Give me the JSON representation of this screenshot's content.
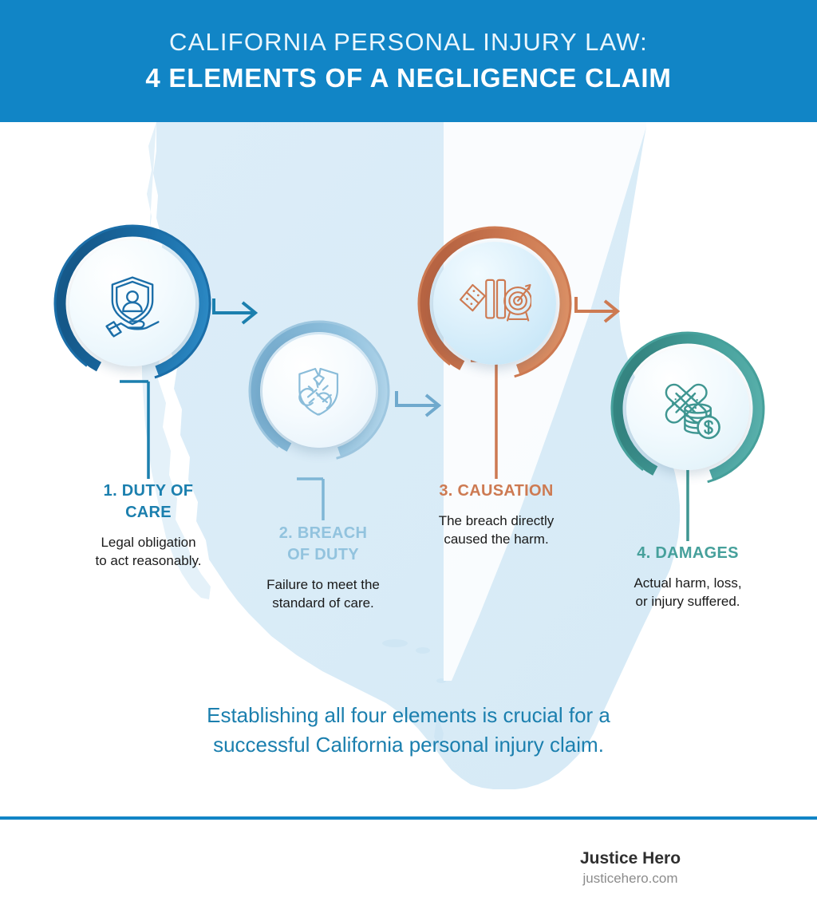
{
  "header": {
    "line1": "CALIFORNIA PERSONAL INJURY LAW:",
    "line2": "4 ELEMENTS OF A NEGLIGENCE CLAIM",
    "background_color": "#1185c6",
    "text_color": "#ffffff"
  },
  "background": {
    "map_name": "california-map-silhouette",
    "map_fill": "#d9ecf7",
    "page_background": "#ffffff"
  },
  "elements": [
    {
      "title": "1. DUTY OF CARE",
      "description": "Legal obligation to act reasonably.",
      "icon": "shield-person-on-hand-icon",
      "color": "#1b6ea8",
      "ring_color": "#1b6ea8",
      "accent": "#1b7fae"
    },
    {
      "title": "2. BREACH OF DUTY",
      "description": "Failure to meet the standard of care.",
      "icon": "broken-shield-chain-icon",
      "color": "#92c3de",
      "ring_color": "#92c3de",
      "accent": "#92c3de"
    },
    {
      "title": "3. CAUSATION",
      "description": "The breach directly caused the harm.",
      "icon": "falling-dominoes-target-icon",
      "color": "#cd7a52",
      "ring_color": "#cd7a52",
      "accent": "#cd7a52"
    },
    {
      "title": "4. DAMAGES",
      "description": "Actual harm, loss, or injury suffered.",
      "icon": "bandage-coins-icon",
      "color": "#46a09b",
      "ring_color": "#46a09b",
      "accent": "#46a09b"
    }
  ],
  "labels": {
    "el1_title_l1": "1. DUTY OF",
    "el1_title_l2": "CARE",
    "el1_desc_l1": "Legal obligation",
    "el1_desc_l2": "to act reasonably.",
    "el2_title_l1": "2. BREACH",
    "el2_title_l2": "OF DUTY",
    "el2_desc_l1": "Failure to meet the",
    "el2_desc_l2": "standard of care.",
    "el3_title_l1": "3. CAUSATION",
    "el3_desc_l1": "The breach directly",
    "el3_desc_l2": "caused the harm.",
    "el4_title_l1": "4. DAMAGES",
    "el4_desc_l1": "Actual harm, loss,",
    "el4_desc_l2": "or injury suffered."
  },
  "conclusion": {
    "line1": "Establishing all four elements is crucial for a",
    "line2": "successful California personal injury claim.",
    "color": "#1b7fae"
  },
  "footer": {
    "brand": "Justice Hero",
    "url": "justicehero.com",
    "rule_color": "#1185c6"
  }
}
